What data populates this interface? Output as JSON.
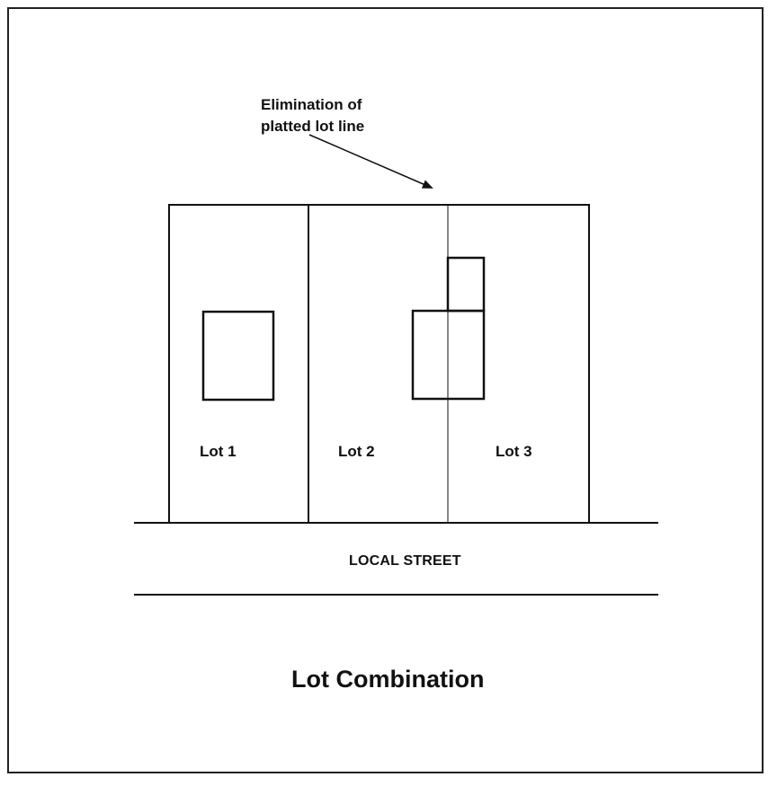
{
  "annotation": {
    "line1": "Elimination of",
    "line2": "platted lot line"
  },
  "lots": [
    {
      "label": "Lot 1"
    },
    {
      "label": "Lot 2"
    },
    {
      "label": "Lot 3"
    }
  ],
  "street": {
    "label": "LOCAL STREET"
  },
  "title": "Lot Combination"
}
